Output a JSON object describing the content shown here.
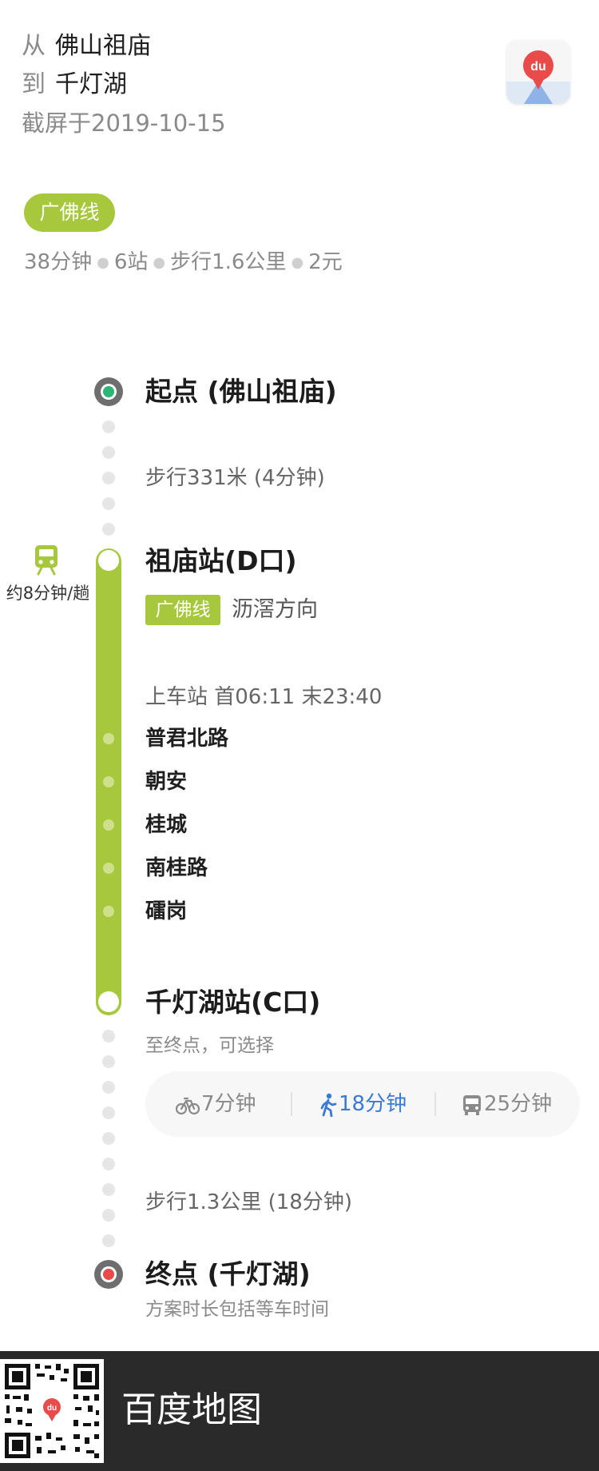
{
  "header": {
    "from_prefix": "从",
    "from_place": "佛山祖庙",
    "to_prefix": "到",
    "to_place": "千灯湖",
    "screenshot_date": "截屏于2019-10-15",
    "app_icon": "baidu-map-logo"
  },
  "route": {
    "line_name": "广佛线",
    "duration": "38分钟",
    "stations_count": "6站",
    "walk_distance": "步行1.6公里",
    "fare": "2元"
  },
  "timeline": {
    "start_label": "起点 (佛山祖庙)",
    "walk1": "步行331米 (4分钟)",
    "board_station": "祖庙站(D口)",
    "line_tag": "广佛线",
    "direction": "沥滘方向",
    "schedule": "上车站 首06:11 末23:40",
    "stops": [
      "普君北路",
      "朝安",
      "桂城",
      "南桂路",
      "礌岗"
    ],
    "alight_station": "千灯湖站(C口)",
    "options_hint": "至终点，可选择",
    "transport_modes": [
      {
        "label": "7分钟",
        "icon": "bike-icon"
      },
      {
        "label": "18分钟",
        "icon": "walk-icon",
        "active": true
      },
      {
        "label": "25分钟",
        "icon": "bus-icon"
      }
    ],
    "walk2": "步行1.3公里 (18分钟)",
    "end_label": "终点 (千灯湖)",
    "end_note": "方案时长包括等车时间",
    "side_info": "约8分钟/趟",
    "side_icon": "train-icon"
  },
  "footer": {
    "brand": "百度地图",
    "qr_icon": "qr-code"
  },
  "colors": {
    "line_green": "#a7c83c",
    "start_green": "#2bb673",
    "end_red": "#e84a4a",
    "active_blue": "#3b79d6",
    "footer_bg": "#2a2a2a"
  }
}
